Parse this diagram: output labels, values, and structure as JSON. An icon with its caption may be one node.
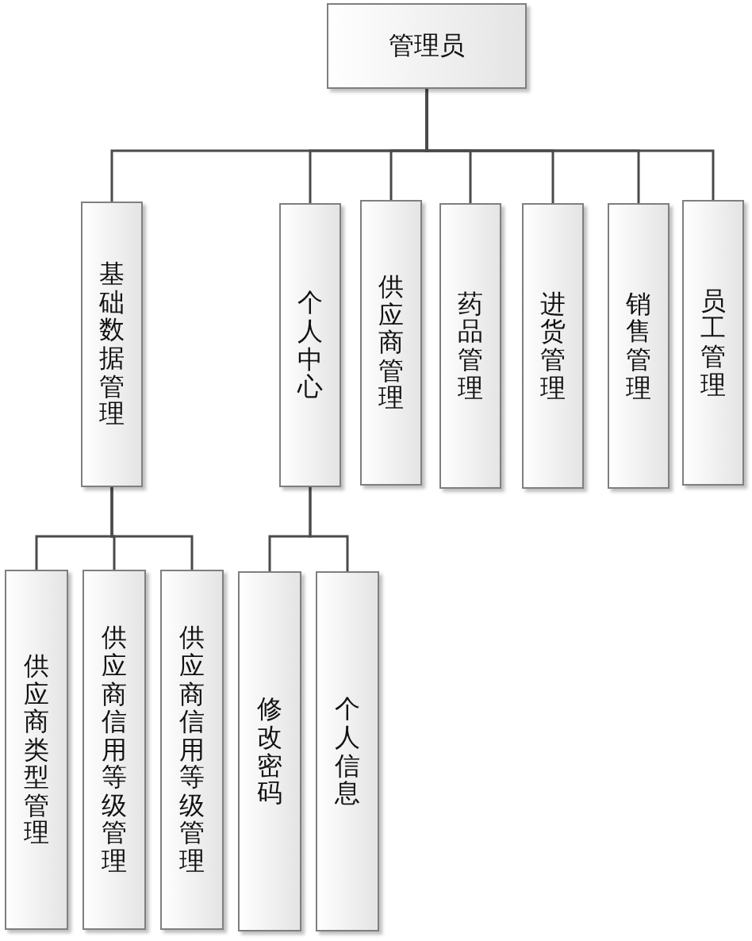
{
  "diagram": {
    "nodes": [
      {
        "text": [
          "管理员"
        ]
      },
      {
        "text": [
          "基础数据管理"
        ]
      },
      {
        "text": [
          "个人中心"
        ]
      },
      {
        "text": [
          "供应商管理"
        ]
      },
      {
        "text": [
          "药品管理"
        ]
      },
      {
        "text": [
          "进货管理"
        ]
      },
      {
        "text": [
          "销售管理"
        ]
      },
      {
        "text": [
          "员工管理"
        ]
      },
      {
        "text": [
          "供应商类型管理"
        ]
      },
      {
        "text": [
          "供应商信用等级管理"
        ]
      },
      {
        "text": [
          "供应商信用等级管理"
        ]
      },
      {
        "text": [
          "修改密码"
        ]
      },
      {
        "text": [
          "个人信息"
        ]
      }
    ],
    "edges": [
      {
        "from": 0,
        "to": 1,
        "arrow": "none"
      },
      {
        "from": 0,
        "to": 2,
        "arrow": "none"
      },
      {
        "from": 0,
        "to": 3,
        "arrow": "none"
      },
      {
        "from": 0,
        "to": 4,
        "arrow": "none"
      },
      {
        "from": 0,
        "to": 5,
        "arrow": "none"
      },
      {
        "from": 0,
        "to": 6,
        "arrow": "none"
      },
      {
        "from": 0,
        "to": 7,
        "arrow": "none"
      },
      {
        "from": 1,
        "to": 8,
        "arrow": "none"
      },
      {
        "from": 1,
        "to": 9,
        "arrow": "none"
      },
      {
        "from": 1,
        "to": 10,
        "arrow": "none"
      },
      {
        "from": 2,
        "to": 11,
        "arrow": "none"
      },
      {
        "from": 2,
        "to": 12,
        "arrow": "none"
      }
    ]
  }
}
